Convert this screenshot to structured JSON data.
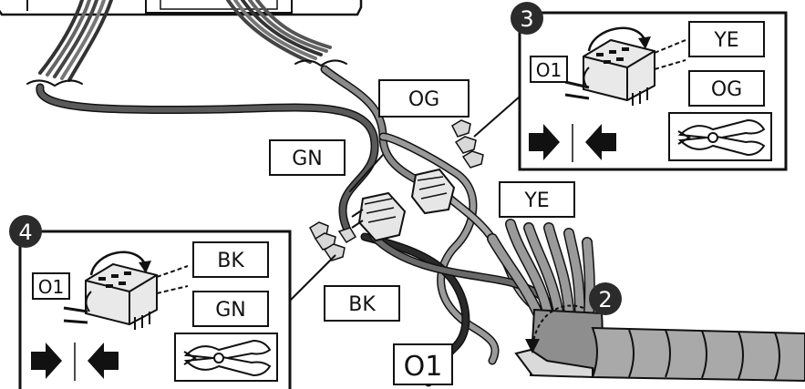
{
  "colors": {
    "wire_black": "#2a2a2a",
    "wire_dark_grey": "#5a5a5a",
    "wire_mid_grey": "#8a8a8a",
    "wire_light_grey": "#a9a9a9",
    "sleeve_grey": "#9a9a9a",
    "connector_light": "#e6e6e6",
    "step_badge": "#2b2b2b",
    "outline": "#111111"
  },
  "steps": {
    "step_2": "2",
    "step_3": "3",
    "step_4": "4"
  },
  "wire_labels": {
    "og": "OG",
    "gn": "GN",
    "ye": "YE",
    "bk": "BK",
    "o1": "O1"
  },
  "panel_3": {
    "marker": "O1",
    "wire_top": "YE",
    "wire_bottom": "OG",
    "tool_icon": "crimping-pliers-icon",
    "arrows_icon": "push-together-arrows-icon"
  },
  "panel_4": {
    "marker": "O1",
    "wire_top": "BK",
    "wire_bottom": "GN",
    "tool_icon": "crimping-pliers-icon",
    "arrows_icon": "push-together-arrows-icon"
  }
}
